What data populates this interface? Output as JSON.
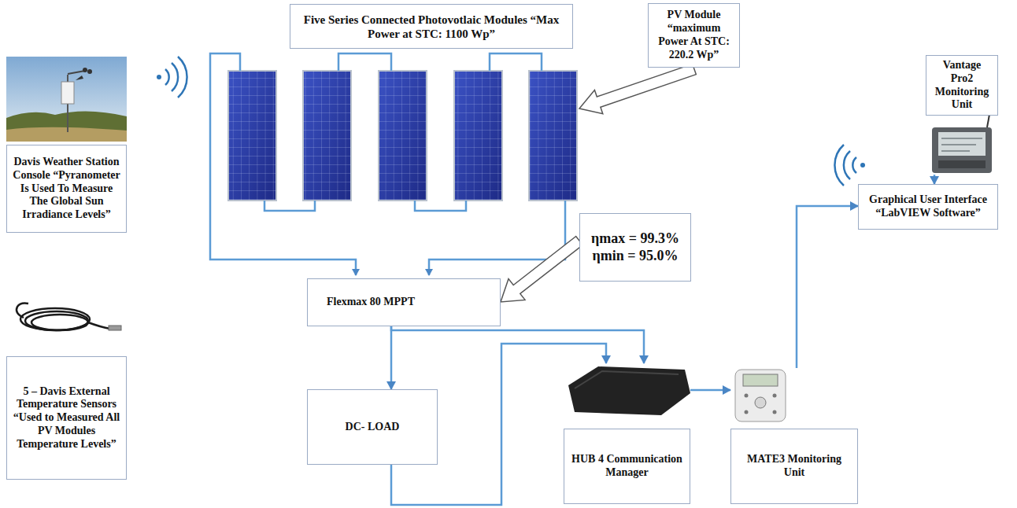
{
  "diagram": {
    "nodes": [
      {
        "text": [
          "Five Series Connected Photovotlaic Modules “Max Power at STC: 1100 Wp”"
        ]
      },
      {
        "text": [
          "PV Module “maximum Power At STC: 220.2 Wp”"
        ]
      },
      {
        "text": [
          "Vantage Pro2 Monitoring Unit"
        ]
      },
      {
        "text": [
          "Davis Weather Station Console “Pyranometer Is Used To Measure The Global Sun Irradiance Levels”"
        ]
      },
      {
        "text": [
          "ηmax = 99.3%",
          "ηmin = 95.0%"
        ]
      },
      {
        "text": [
          "Graphical User Interface “LabVIEW Software”"
        ]
      },
      {
        "text": [
          "Flexmax 80 MPPT"
        ]
      },
      {
        "text": [
          "5 – Davis External Temperature Sensors “Used to Measured All PV Modules Temperature Levels”"
        ]
      },
      {
        "text": [
          "DC- LOAD"
        ]
      },
      {
        "text": [
          "HUB 4 Communication Manager"
        ]
      },
      {
        "text": [
          "MATE3 Monitoring Unit"
        ]
      }
    ],
    "edges": [
      {
        "from": 4,
        "to": 6,
        "arrow": "to"
      },
      {
        "from": 6,
        "to": 8,
        "arrow": "to"
      },
      {
        "from": 6,
        "to": 9,
        "arrow": "to"
      },
      {
        "from": 8,
        "to": 9,
        "arrow": "to"
      },
      {
        "from": 9,
        "to": 10,
        "arrow": "to"
      },
      {
        "from": 10,
        "to": 5,
        "arrow": "to"
      },
      {
        "from": 2,
        "to": 5,
        "arrow": "to"
      }
    ]
  }
}
